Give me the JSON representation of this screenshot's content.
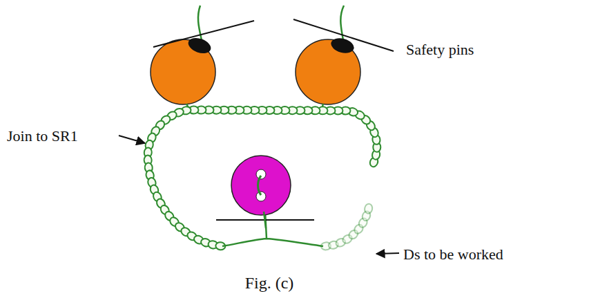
{
  "diagram": {
    "caption": "Fig. (c)",
    "labels": [
      "Safety pins",
      "Join to SR1",
      "Ds to be worked"
    ]
  }
}
